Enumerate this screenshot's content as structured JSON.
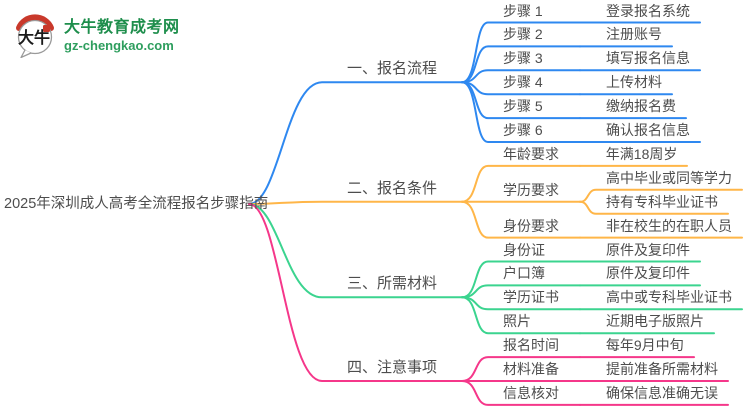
{
  "page": {
    "background": "#ffffff"
  },
  "logo": {
    "icon_text": "大牛",
    "brand": "大牛教育成考网",
    "domain": "gz-chengkao.com",
    "brand_color": "#1E8E4C",
    "domain_color": "#2E9E5E",
    "icon_accent_color": "#C9392B"
  },
  "mindmap": {
    "text_color": "#4D4D4D",
    "root": {
      "label": "2025年深圳成人高考全流程报名步骤指南"
    },
    "branches": [
      {
        "label": "一、报名流程",
        "color": "#2E88F0",
        "nodes": [
          {
            "label": "步骤 1",
            "leaves": [
              "登录报名系统"
            ]
          },
          {
            "label": "步骤 2",
            "leaves": [
              "注册账号"
            ]
          },
          {
            "label": "步骤 3",
            "leaves": [
              "填写报名信息"
            ]
          },
          {
            "label": "步骤 4",
            "leaves": [
              "上传材料"
            ]
          },
          {
            "label": "步骤 5",
            "leaves": [
              "缴纳报名费"
            ]
          },
          {
            "label": "步骤 6",
            "leaves": [
              "确认报名信息"
            ]
          }
        ]
      },
      {
        "label": "二、报名条件",
        "color": "#FFB648",
        "nodes": [
          {
            "label": "年龄要求",
            "leaves": [
              "年满18周岁"
            ]
          },
          {
            "label": "学历要求",
            "leaves": [
              "高中毕业或同等学力",
              "持有专科毕业证书"
            ]
          },
          {
            "label": "身份要求",
            "leaves": [
              "非在校生的在职人员"
            ]
          }
        ]
      },
      {
        "label": "三、所需材料",
        "color": "#3BD48F",
        "nodes": [
          {
            "label": "身份证",
            "leaves": [
              "原件及复印件"
            ]
          },
          {
            "label": "户口簿",
            "leaves": [
              "原件及复印件"
            ]
          },
          {
            "label": "学历证书",
            "leaves": [
              "高中或专科毕业证书"
            ]
          },
          {
            "label": "照片",
            "leaves": [
              "近期电子版照片"
            ]
          }
        ]
      },
      {
        "label": "四、注意事项",
        "color": "#F5378A",
        "nodes": [
          {
            "label": "报名时间",
            "leaves": [
              "每年9月中旬"
            ]
          },
          {
            "label": "材料准备",
            "leaves": [
              "提前准备所需材料"
            ]
          },
          {
            "label": "信息核对",
            "leaves": [
              "确保信息准确无误"
            ]
          }
        ]
      }
    ]
  }
}
